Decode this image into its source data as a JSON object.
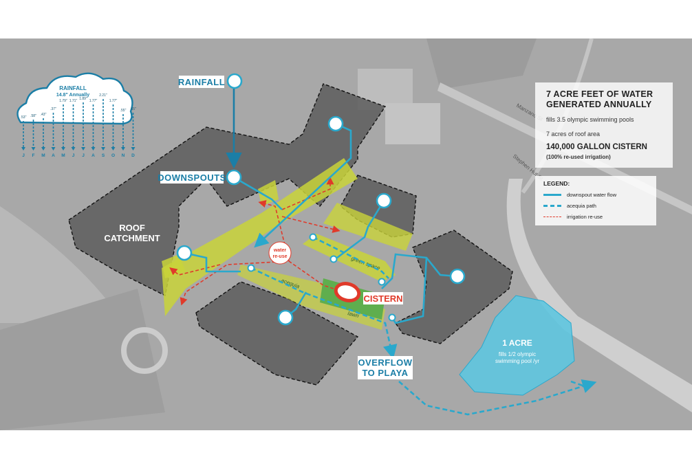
{
  "labels": {
    "rainfall": "RAINFALL",
    "downspouts": "DOWNSPOUTS",
    "roof_catchment_line1": "ROOF",
    "roof_catchment_line2": "CATCHMENT",
    "water_reuse_line1": "water",
    "water_reuse_line2": "re-use",
    "green_space": "green space",
    "acequia": "acequia",
    "lawn": "lawn",
    "cistern": "CISTERN",
    "overflow_line1": "OVERFLOW",
    "overflow_line2": "TO PLAYA",
    "acre_title": "1 ACRE",
    "acre_line1": "fills 1/2 olympic",
    "acre_line2": "swimming pool /yr"
  },
  "cloud": {
    "title": "RAINFALL",
    "subtitle": "14.8\" Annually",
    "values": [
      ".53\"",
      ".58\"",
      ".43\"",
      ".37\"",
      "1.79\"",
      "1.71\"",
      "1.89\"",
      "1.77\"",
      "2.21\"",
      "1.77\"",
      ".55\"",
      ".65\""
    ],
    "months": [
      "J",
      "F",
      "M",
      "A",
      "M",
      "J",
      "J",
      "A",
      "S",
      "O",
      "N",
      "D"
    ]
  },
  "info": {
    "headline_line1": "7 ACRE FEET OF WATER",
    "headline_line2": "GENERATED ANNUALLY",
    "fact1": "fills 3.5 olympic swimming pools",
    "fact2": "7 acres of roof area",
    "cistern_line": "140,000 GALLON CISTERN",
    "cistern_note": "(100% re-used irrigation)"
  },
  "legend": {
    "title": "LEGEND:",
    "items": [
      {
        "label": "downspout water flow",
        "color": "#2aa8cc",
        "style": "solid"
      },
      {
        "label": "acequia path",
        "color": "#2aa8cc",
        "style": "dashed"
      },
      {
        "label": "irrigation re-use",
        "color": "#e03a2a",
        "style": "dashed-thin"
      }
    ]
  },
  "street_labels": [
    "Manzano St",
    "Stephen Hut St"
  ],
  "colors": {
    "flow_blue": "#2aa8cc",
    "label_blue": "#1b7ea6",
    "reuse_red": "#e03a2a",
    "green_zone": "#c9d33a",
    "lawn_green": "#5fae4e",
    "playa_cyan": "#5cc6e0"
  }
}
